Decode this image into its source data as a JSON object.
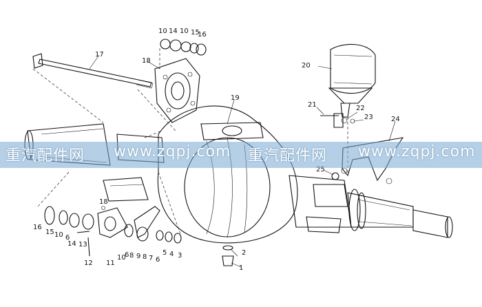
{
  "diagram": {
    "watermark": {
      "chinese": "重汽配件网",
      "url": "www.zqpj.com"
    },
    "labels": [
      {
        "id": "p1",
        "text": "1"
      },
      {
        "id": "p2",
        "text": "2"
      },
      {
        "id": "p3",
        "text": "3"
      },
      {
        "id": "p4",
        "text": "4"
      },
      {
        "id": "p5",
        "text": "5"
      },
      {
        "id": "p6a",
        "text": "6"
      },
      {
        "id": "p6b",
        "text": "6"
      },
      {
        "id": "p6c",
        "text": "6"
      },
      {
        "id": "p7",
        "text": "7"
      },
      {
        "id": "p8a",
        "text": "8"
      },
      {
        "id": "p8b",
        "text": "8"
      },
      {
        "id": "p9",
        "text": "9"
      },
      {
        "id": "p10a",
        "text": "10"
      },
      {
        "id": "p10b",
        "text": "10"
      },
      {
        "id": "p10c",
        "text": "10"
      },
      {
        "id": "p10d",
        "text": "10"
      },
      {
        "id": "p11",
        "text": "11"
      },
      {
        "id": "p12",
        "text": "12"
      },
      {
        "id": "p13",
        "text": "13"
      },
      {
        "id": "p14a",
        "text": "14"
      },
      {
        "id": "p14b",
        "text": "14"
      },
      {
        "id": "p15a",
        "text": "15"
      },
      {
        "id": "p15b",
        "text": "15"
      },
      {
        "id": "p16a",
        "text": "16"
      },
      {
        "id": "p16b",
        "text": "16"
      },
      {
        "id": "p17",
        "text": "17"
      },
      {
        "id": "p18a",
        "text": "18"
      },
      {
        "id": "p18b",
        "text": "18"
      },
      {
        "id": "p19",
        "text": "19"
      },
      {
        "id": "p20",
        "text": "20"
      },
      {
        "id": "p21",
        "text": "21"
      },
      {
        "id": "p22",
        "text": "22"
      },
      {
        "id": "p23",
        "text": "23"
      },
      {
        "id": "p24",
        "text": "24"
      },
      {
        "id": "p25",
        "text": "25"
      }
    ]
  }
}
